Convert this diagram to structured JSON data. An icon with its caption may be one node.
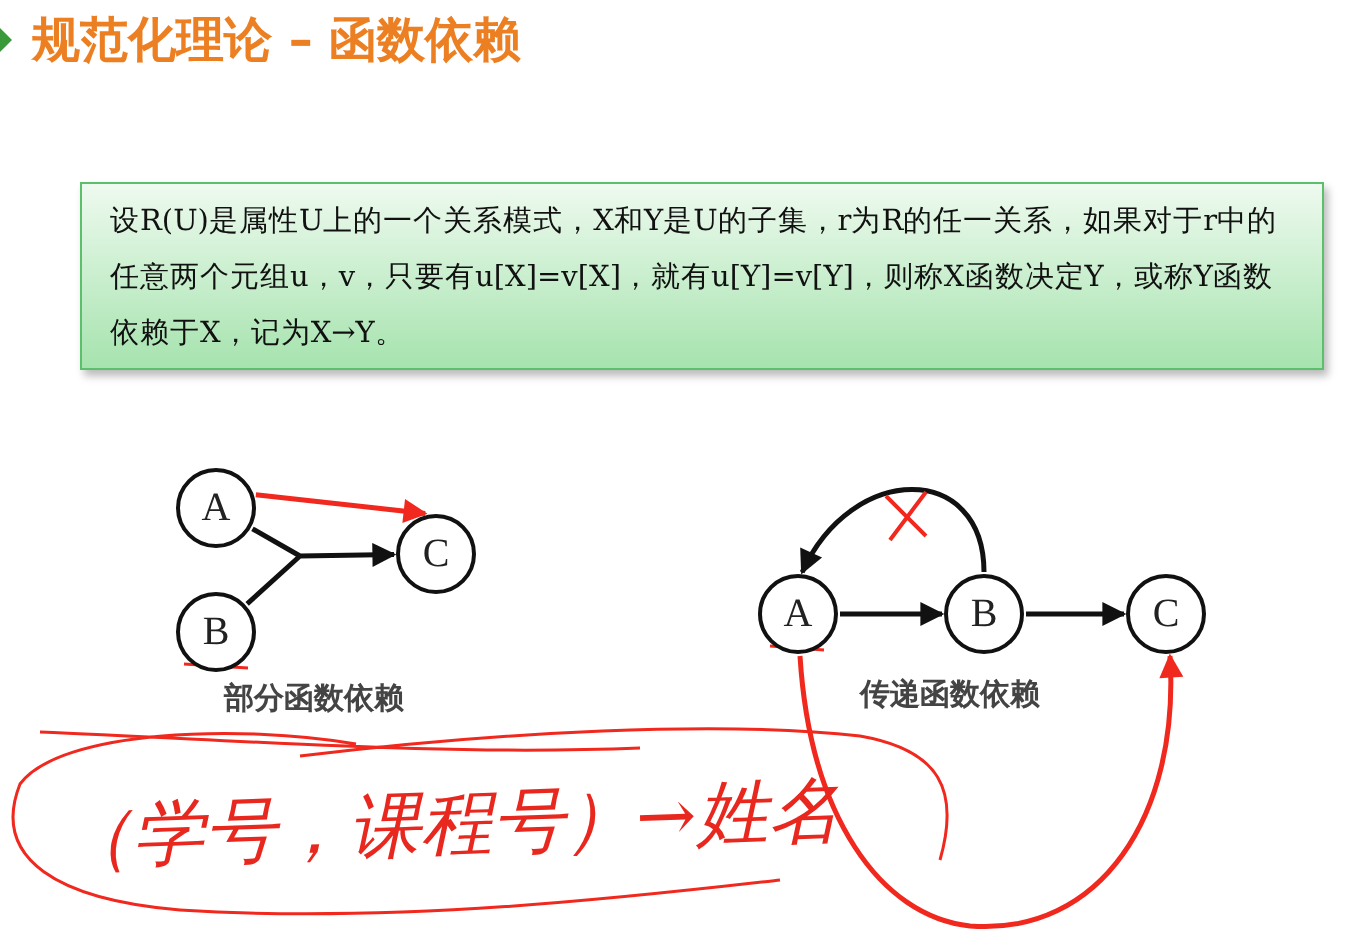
{
  "diagram": {
    "title": "规范化理论 – 函数依赖",
    "nodes": [
      {
        "text": [
          "设R(U)是属性U上的一个关系模式，X和Y是U的子集，r为R的任一关系，如果对于r中的任意两个元组u，v，只要有u[X]=v[X]，就有u[Y]=v[Y]，则称X函数决定Y，或称Y函数依赖于X，记为X→Y。"
        ]
      },
      {
        "text": [
          "A"
        ]
      },
      {
        "text": [
          "B"
        ]
      },
      {
        "text": [
          "C"
        ]
      },
      {
        "text": [
          "A"
        ]
      },
      {
        "text": [
          "B"
        ]
      },
      {
        "text": [
          "C"
        ]
      }
    ],
    "edges": [
      {
        "from": 1,
        "to": 3,
        "arrow": "to",
        "color": "#f0281e"
      },
      {
        "from": 1,
        "to": 3,
        "arrow": "to"
      },
      {
        "from": 2,
        "to": 3,
        "arrow": "to"
      },
      {
        "from": 4,
        "to": 5,
        "arrow": "to"
      },
      {
        "from": 5,
        "to": 6,
        "arrow": "to"
      },
      {
        "from": 5,
        "to": 4,
        "arrow": "to"
      },
      {
        "from": 4,
        "to": 6,
        "arrow": "to",
        "color": "#f0281e"
      }
    ],
    "labels": [
      "部分函数依赖",
      "传递函数依赖",
      "（学号，课程号）→姓名"
    ]
  }
}
